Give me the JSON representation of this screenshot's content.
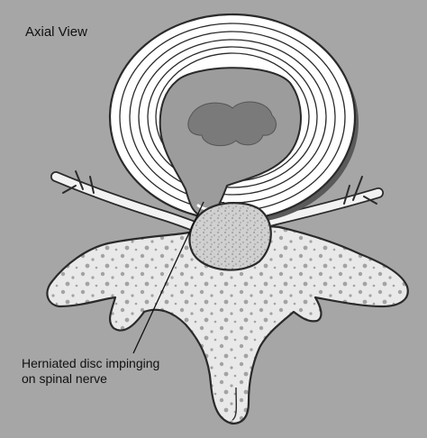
{
  "diagram": {
    "title": "Axial View",
    "callout": {
      "line1": "Herniated disc impinging",
      "line2": "on spinal nerve"
    }
  }
}
